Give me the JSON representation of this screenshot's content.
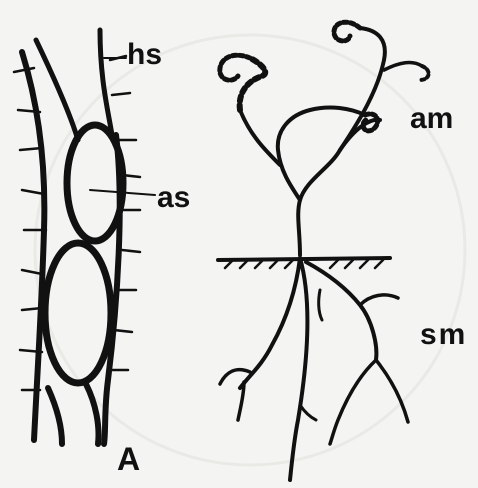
{
  "labels": {
    "hs": "hs",
    "as": "as",
    "am": "am",
    "sm": "sm",
    "panel": "A"
  },
  "colors": {
    "ink": "#111111",
    "paper": "#f4f4f2"
  }
}
